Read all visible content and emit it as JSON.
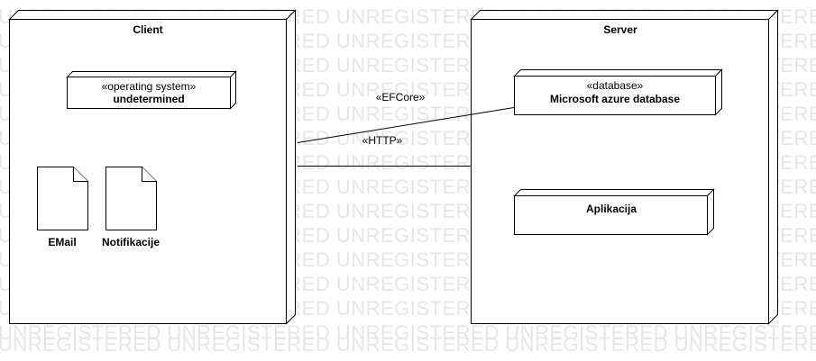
{
  "watermark": {
    "text": "UNREGISTERED UNREGISTERED UNREGISTERED UNREGISTERED UNREGISTERED UNREGISTERED",
    "color": "#e6e6e6"
  },
  "nodes": {
    "client": {
      "name": "Client",
      "operating_system": {
        "stereotype": "«operating system»",
        "name": "undetermined"
      },
      "artifacts": [
        {
          "name": "EMail"
        },
        {
          "name": "Notifikacije"
        }
      ]
    },
    "server": {
      "name": "Server",
      "database": {
        "stereotype": "«database»",
        "name": "Microsoft azure database"
      },
      "application": {
        "name": "Aplikacija"
      }
    }
  },
  "connections": [
    {
      "from": "client",
      "to": "server.database",
      "label": "«EFCore»"
    },
    {
      "from": "client",
      "to": "server",
      "label": "«HTTP»"
    }
  ],
  "colors": {
    "line": "#000000",
    "background": "#ffffff"
  }
}
